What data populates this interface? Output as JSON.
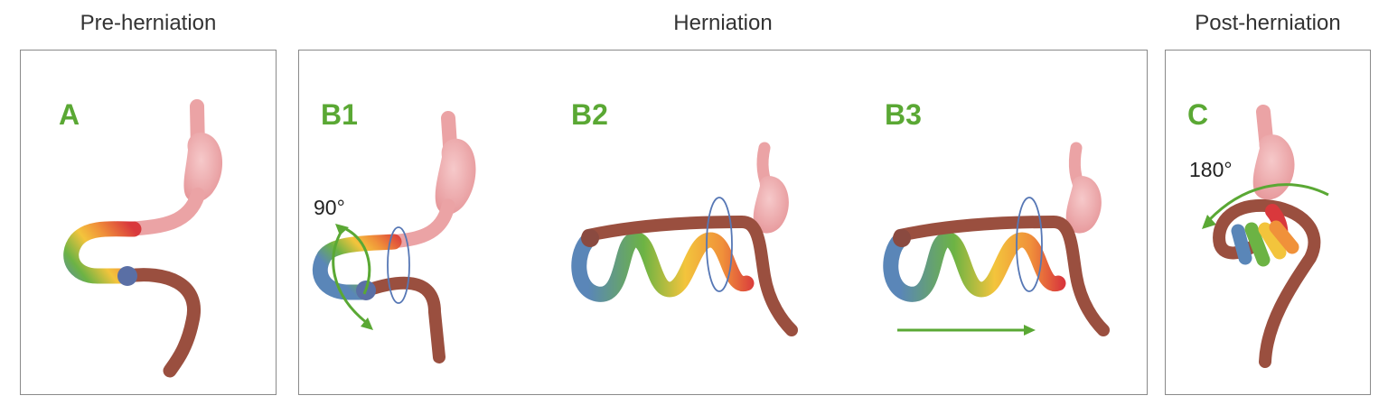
{
  "sections": {
    "pre": "Pre-herniation",
    "her": "Herniation",
    "post": "Post-herniation"
  },
  "panels": {
    "a": {
      "label": "A"
    },
    "b1": {
      "label": "B1",
      "angle": "90°"
    },
    "b2": {
      "label": "B2"
    },
    "b3": {
      "label": "B3"
    },
    "c": {
      "label": "C",
      "angle": "180°"
    }
  },
  "colors": {
    "stomach": "#eba3a5",
    "gut_brown": "#9a4f3f",
    "accent_green": "#5aa834",
    "ring_blue": "#5677b5",
    "gut_red": "#d9383c",
    "gut_orange": "#f0913a",
    "gut_yellow": "#f3c43c",
    "gut_green": "#6cb344",
    "gut_blue": "#5a86b8"
  }
}
